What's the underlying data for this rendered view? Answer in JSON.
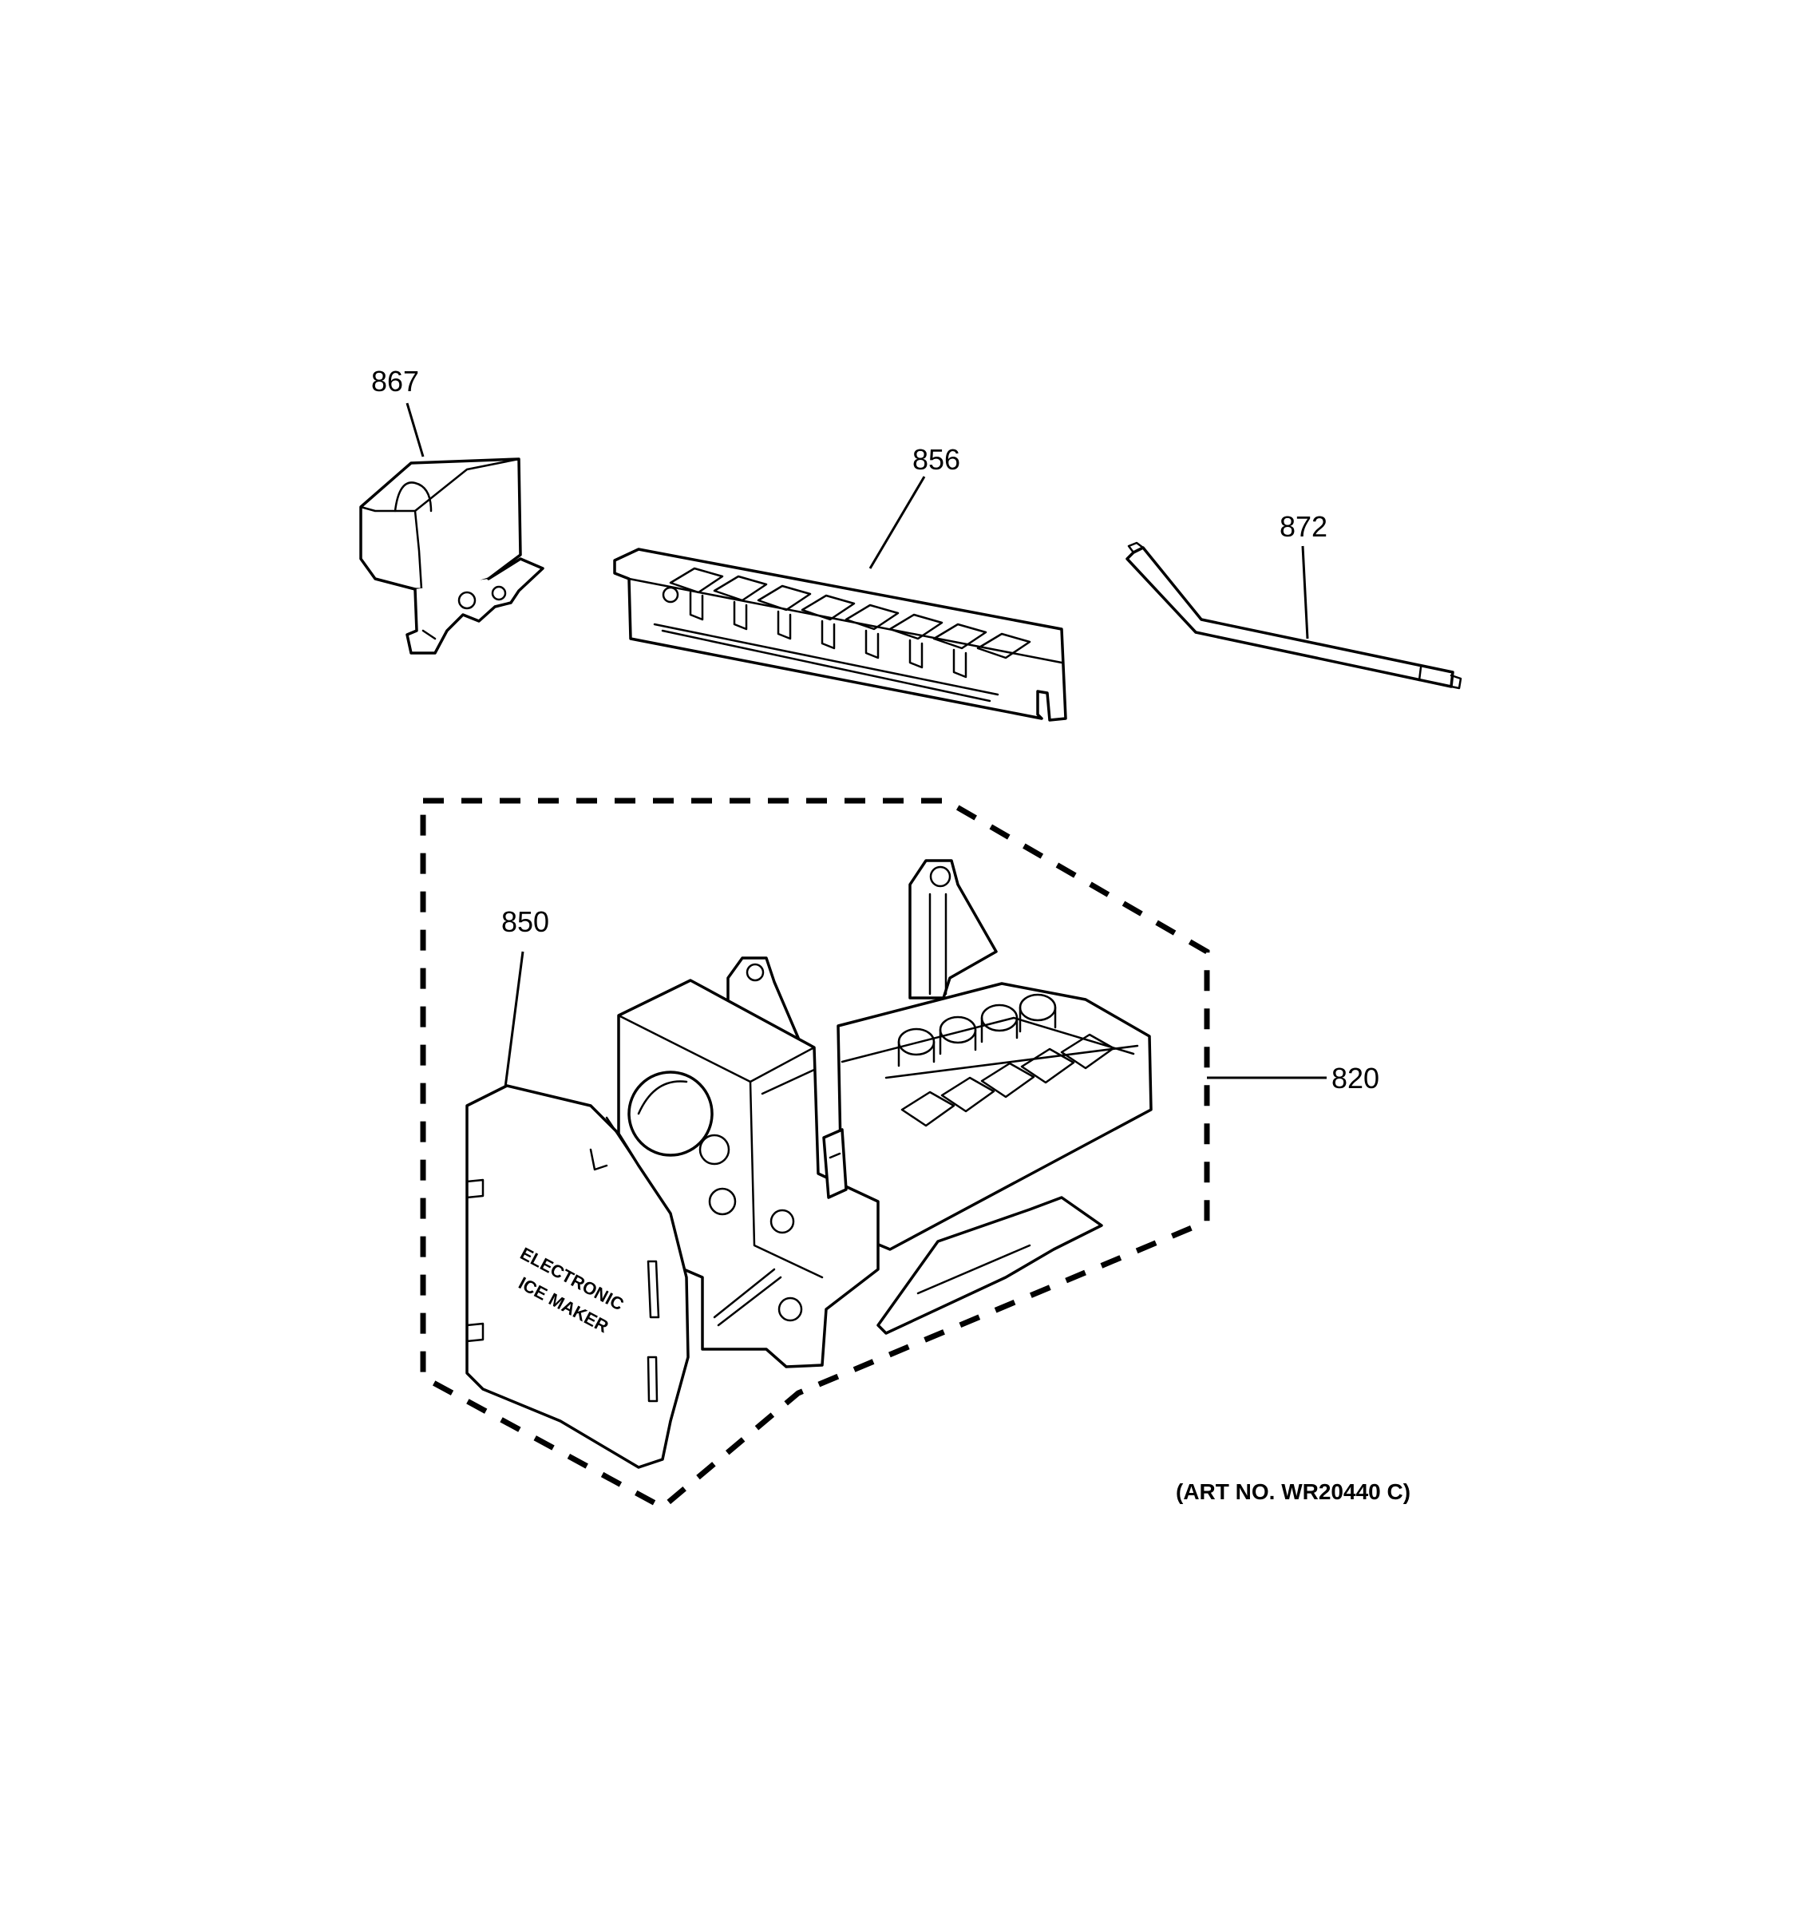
{
  "callouts": {
    "bin": "867",
    "ejector": "856",
    "heater_rod": "872",
    "ice_maker_cover": "850",
    "ice_maker_assembly": "820"
  },
  "cover_label": {
    "line1": "ELECTRONIC",
    "line2": "ICE MAKER"
  },
  "art_number": "(ART NO. WR20440 C)"
}
